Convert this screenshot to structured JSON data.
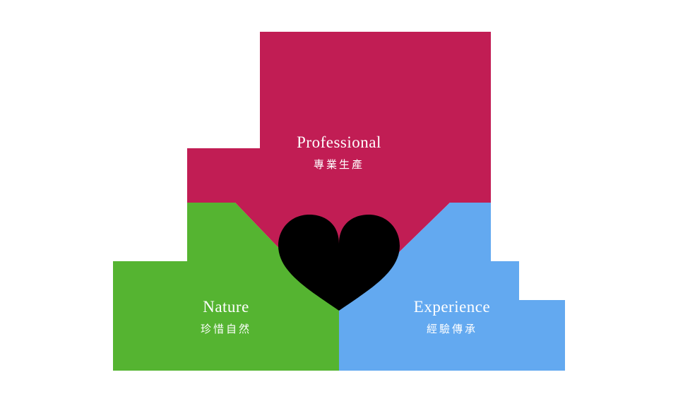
{
  "diagram": {
    "background": "#ffffff",
    "heart_color": "#000000",
    "sections": [
      {
        "id": "professional",
        "label": "Professional",
        "sublabel": "專業生產",
        "color": "#c11d54"
      },
      {
        "id": "nature",
        "label": "Nature",
        "sublabel": "珍惜自然",
        "color": "#55b431"
      },
      {
        "id": "experience",
        "label": "Experience",
        "sublabel": "經驗傳承",
        "color": "#63a9f0"
      }
    ]
  }
}
